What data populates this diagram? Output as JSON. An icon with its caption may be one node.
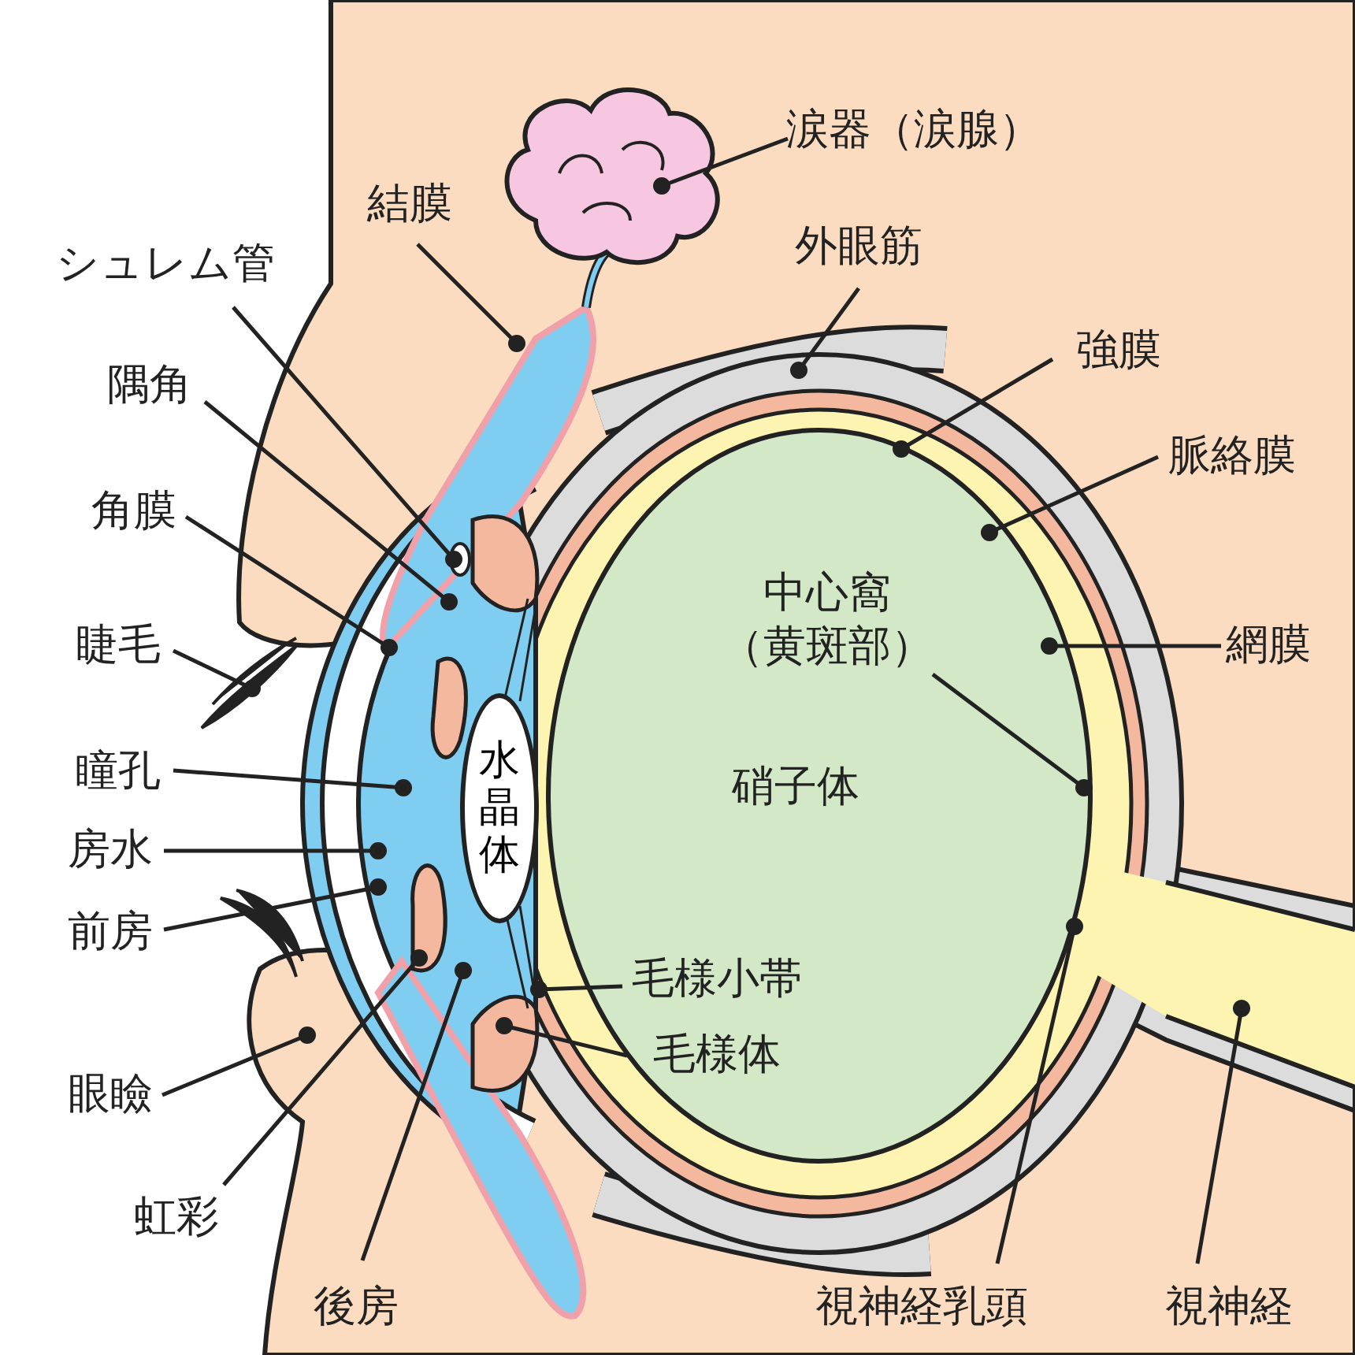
{
  "diagram": {
    "nodes": [
      {
        "text": [
          "涙器（涙腺）"
        ]
      },
      {
        "text": [
          "結膜"
        ]
      },
      {
        "text": [
          "シュレム管"
        ]
      },
      {
        "text": [
          "外眼筋"
        ]
      },
      {
        "text": [
          "強膜"
        ]
      },
      {
        "text": [
          "隅角"
        ]
      },
      {
        "text": [
          "脈絡膜"
        ]
      },
      {
        "text": [
          "角膜"
        ]
      },
      {
        "text": [
          "中心窩（黄斑部）"
        ]
      },
      {
        "text": [
          "網膜"
        ]
      },
      {
        "text": [
          "睫毛"
        ]
      },
      {
        "text": [
          "瞳孔"
        ]
      },
      {
        "text": [
          "房水"
        ]
      },
      {
        "text": [
          "前房"
        ]
      },
      {
        "text": [
          "毛様小帯"
        ]
      },
      {
        "text": [
          "毛様体"
        ]
      },
      {
        "text": [
          "眼瞼"
        ]
      },
      {
        "text": [
          "虹彩"
        ]
      },
      {
        "text": [
          "後房"
        ]
      },
      {
        "text": [
          "視神経乳頭"
        ]
      },
      {
        "text": [
          "視神経"
        ]
      },
      {
        "text": [
          "水晶体"
        ]
      }
    ],
    "edges": [
      {
        "from": 0,
        "to": null,
        "arrow": "other"
      },
      {
        "from": 1,
        "to": null,
        "arrow": "other"
      },
      {
        "from": 2,
        "to": null,
        "arrow": "other"
      },
      {
        "from": 3,
        "to": null,
        "arrow": "other"
      },
      {
        "from": 4,
        "to": null,
        "arrow": "other"
      },
      {
        "from": 5,
        "to": null,
        "arrow": "other"
      },
      {
        "from": 6,
        "to": null,
        "arrow": "other"
      },
      {
        "from": 7,
        "to": null,
        "arrow": "other"
      },
      {
        "from": 8,
        "to": null,
        "arrow": "other"
      },
      {
        "from": 9,
        "to": null,
        "arrow": "other"
      },
      {
        "from": 10,
        "to": null,
        "arrow": "other"
      },
      {
        "from": 11,
        "to": null,
        "arrow": "other"
      },
      {
        "from": 12,
        "to": null,
        "arrow": "other"
      },
      {
        "from": 13,
        "to": null,
        "arrow": "other"
      },
      {
        "from": 14,
        "to": null,
        "arrow": "other"
      },
      {
        "from": 15,
        "to": null,
        "arrow": "other"
      },
      {
        "from": 16,
        "to": null,
        "arrow": "other"
      },
      {
        "from": 17,
        "to": null,
        "arrow": "other"
      },
      {
        "from": 18,
        "to": null,
        "arrow": "other"
      },
      {
        "from": 19,
        "to": null,
        "arrow": "other"
      },
      {
        "from": 20,
        "to": null,
        "arrow": "other"
      }
    ],
    "labels": [
      "硝子体"
    ]
  }
}
